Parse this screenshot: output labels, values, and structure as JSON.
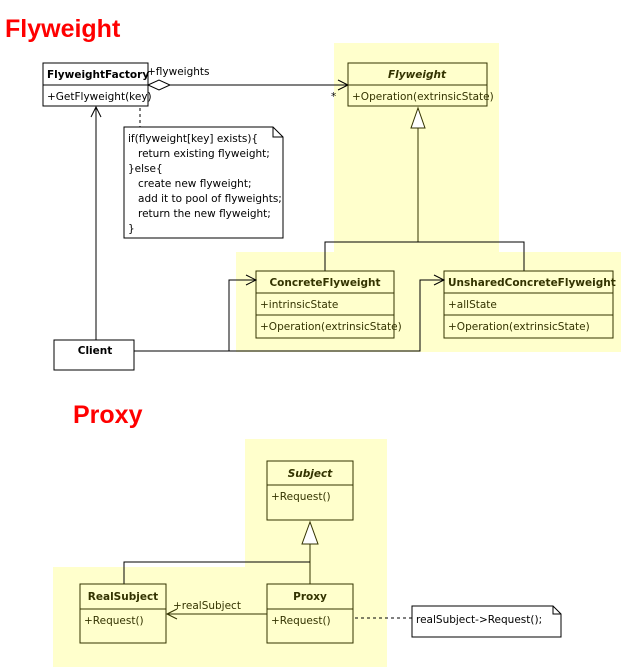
{
  "flyweight_section": {
    "title": "Flyweight",
    "factory": {
      "name": "FlyweightFactory",
      "operation": "+GetFlyweight(key)"
    },
    "association_role": "+flyweights",
    "multiplicity": "*",
    "flyweight": {
      "name": "Flyweight",
      "operation": "+Operation(extrinsicState)"
    },
    "note_lines": [
      "if(flyweight[key] exists){",
      "   return existing flyweight;",
      "}else{",
      "   create new flyweight;",
      "   add it to pool of flyweights;",
      "   return the new flyweight;",
      "}"
    ],
    "concrete": {
      "name": "ConcreteFlyweight",
      "attribute": "+intrinsicState",
      "operation": "+Operation(extrinsicState)"
    },
    "unshared": {
      "name": "UnsharedConcreteFlyweight",
      "attribute": "+allState",
      "operation": "+Operation(extrinsicState)"
    },
    "client": {
      "name": "Client"
    }
  },
  "proxy_section": {
    "title": "Proxy",
    "subject": {
      "name": "Subject",
      "operation": "+Request()"
    },
    "real_subject": {
      "name": "RealSubject",
      "operation": "+Request()"
    },
    "proxy": {
      "name": "Proxy",
      "operation": "+Request()"
    },
    "association_role": "+realSubject",
    "note": "realSubject->Request();"
  },
  "colors": {
    "title": "#ff0000",
    "highlight": "#ffffcc",
    "highlight_line": "#333300"
  }
}
